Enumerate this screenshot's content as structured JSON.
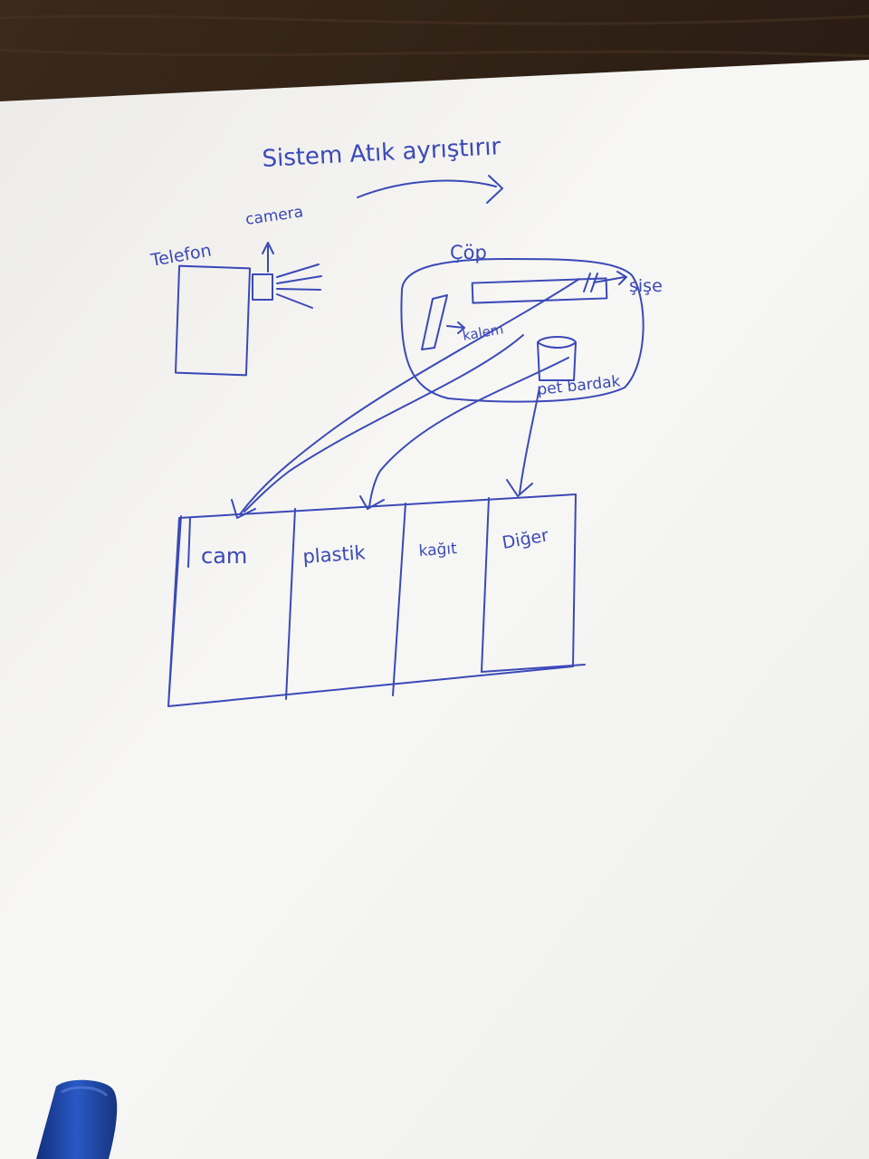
{
  "sketch": {
    "title": "Sistem Atık ayrıştırır",
    "camera_label": "camera",
    "phone_label": "Telefon",
    "bin_label": "Çöp",
    "glass_item_label": "şişe",
    "pen_item_label": "kalem",
    "pet_item_label": "pet bardak"
  },
  "compartments": [
    {
      "label": "cam"
    },
    {
      "label": "plastik"
    },
    {
      "label": "kağıt"
    },
    {
      "label": "Diğer"
    }
  ],
  "colors": {
    "ink": "#3b49b7",
    "paper": "#f6f6f4",
    "table": "#2a1c12",
    "marker": "#2147a8"
  }
}
